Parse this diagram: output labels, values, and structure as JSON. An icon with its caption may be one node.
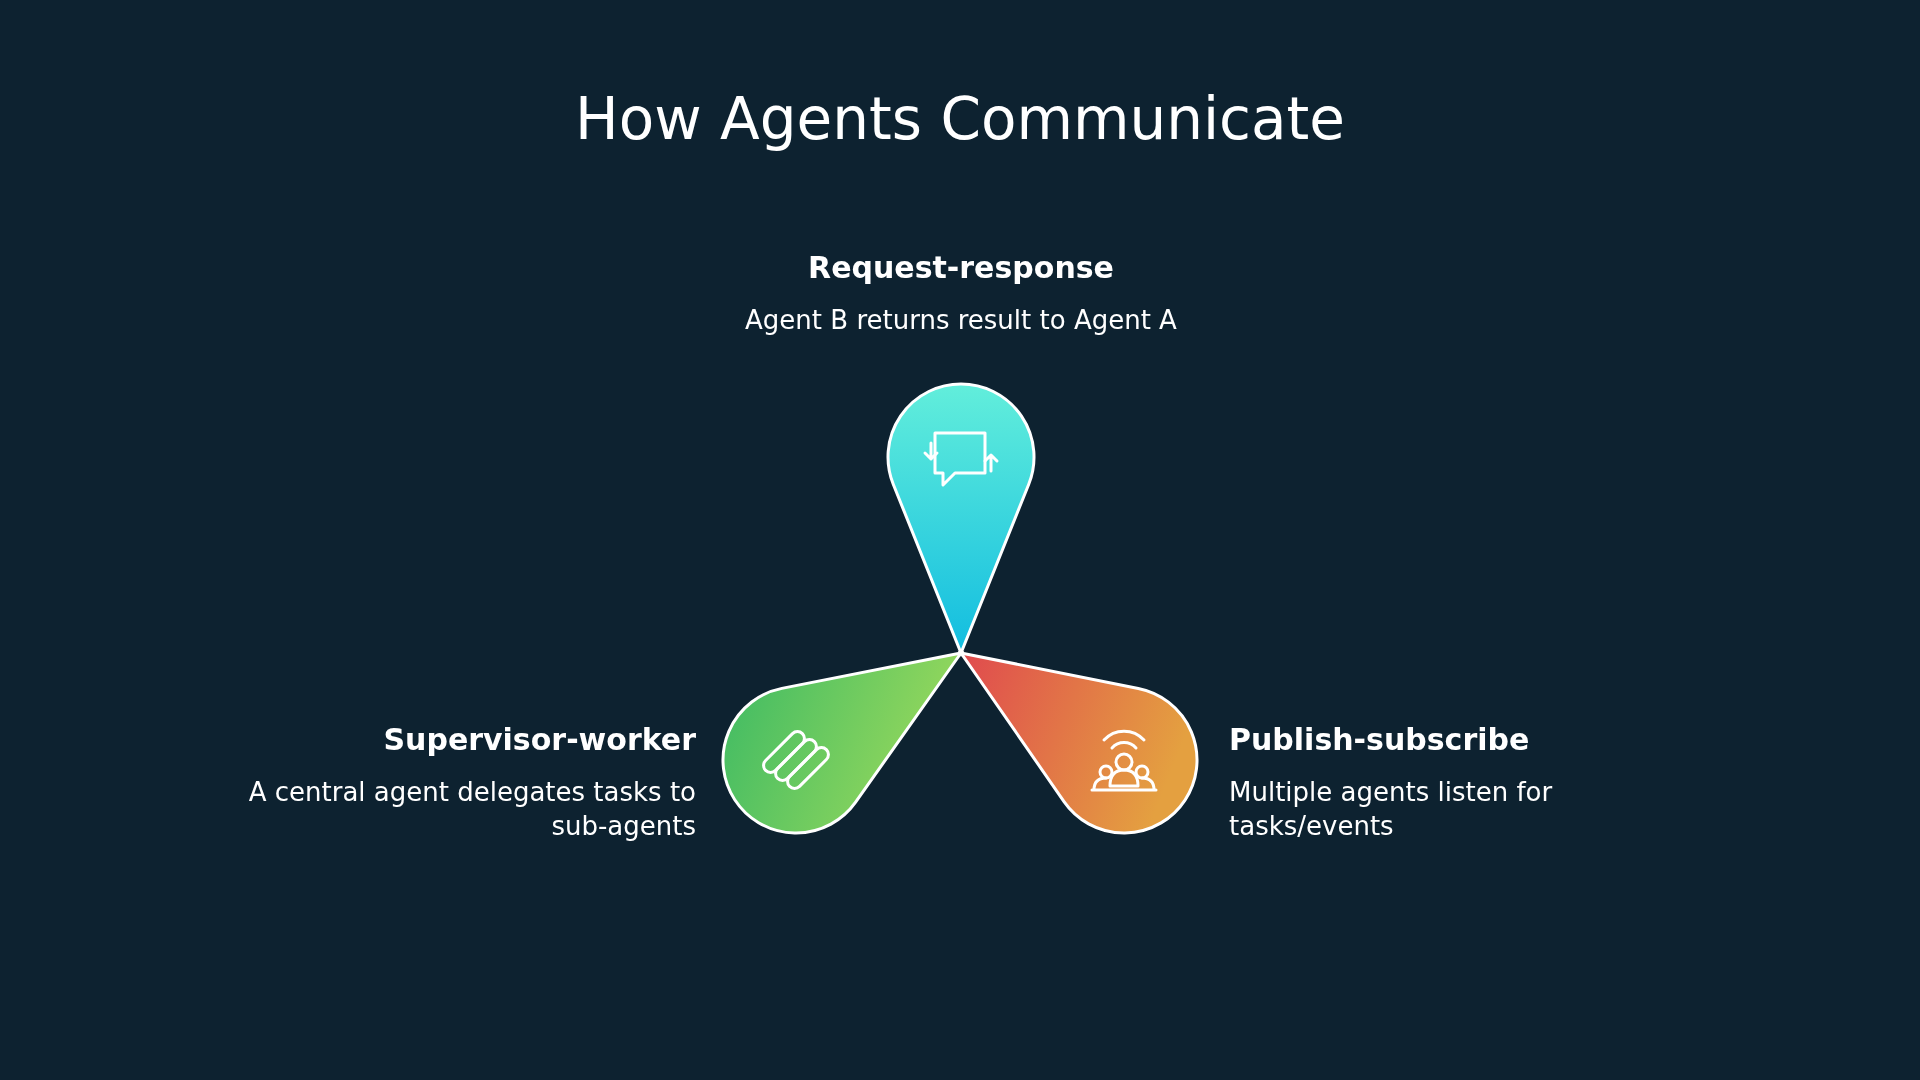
{
  "diagram": {
    "title": "How Agents Communicate",
    "nodes": [
      {
        "text": [
          "Request-response",
          "Agent B returns result to Agent A"
        ]
      },
      {
        "text": [
          "Supervisor-worker",
          "A central agent delegates tasks to sub-agents"
        ]
      },
      {
        "text": [
          "Publish-subscribe",
          "Multiple agents listen for tasks/events"
        ]
      }
    ]
  }
}
